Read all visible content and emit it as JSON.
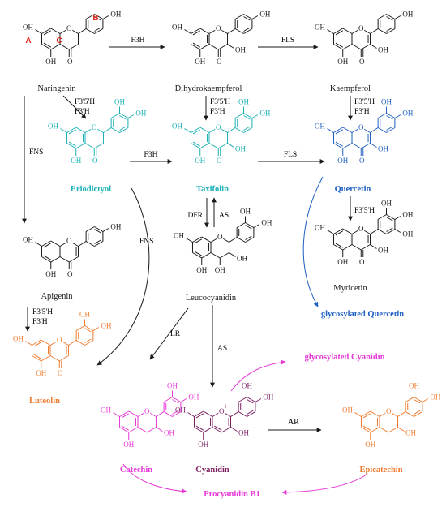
{
  "colors": {
    "black": "#1a1a1a",
    "teal": "#1ab0b5",
    "blue": "#1f5fc0",
    "orange": "#f07a2d",
    "magenta": "#e63ad6",
    "purple": "#7a1e60",
    "ring_letter": "#e1251b"
  },
  "ring_labels": {
    "A": "A",
    "C": "C",
    "B": "B"
  },
  "atoms": {
    "hydroxyl": "OH",
    "oxygen": "O",
    "cation": "+"
  },
  "compounds": [
    {
      "id": "naringenin",
      "label": "Naringenin",
      "color": "#1a1a1a",
      "bold": false,
      "core": "flavanone",
      "b_oh": "p"
    },
    {
      "id": "dihydrokaempferol",
      "label": "Dihydrokaempferol",
      "color": "#1a1a1a",
      "bold": false,
      "core": "dihydroflavonol",
      "b_oh": "p"
    },
    {
      "id": "kaempferol",
      "label": "Kaempferol",
      "color": "#1a1a1a",
      "bold": false,
      "core": "flavonol",
      "b_oh": "p"
    },
    {
      "id": "eriodictyol",
      "label": "Eriodictyol",
      "color": "#1ab0b5",
      "bold": true,
      "core": "flavanone",
      "b_oh": "cat"
    },
    {
      "id": "taxifolin",
      "label": "Taxifolin",
      "color": "#1ab0b5",
      "bold": true,
      "core": "dihydroflavonol",
      "b_oh": "cat"
    },
    {
      "id": "quercetin",
      "label": "Quercetin",
      "color": "#1f5fc0",
      "bold": true,
      "core": "flavonol",
      "b_oh": "cat"
    },
    {
      "id": "apigenin",
      "label": "Apigenin",
      "color": "#1a1a1a",
      "bold": false,
      "core": "flavone",
      "b_oh": "p"
    },
    {
      "id": "leucocyanidin",
      "label": "Leucocyanidin",
      "color": "#1a1a1a",
      "bold": false,
      "core": "leuco",
      "b_oh": "cat"
    },
    {
      "id": "myricetin",
      "label": "Myricetin",
      "color": "#1a1a1a",
      "bold": false,
      "core": "flavonol",
      "b_oh": "pyr"
    },
    {
      "id": "luteolin",
      "label": "Luteolin",
      "color": "#f07a2d",
      "bold": true,
      "core": "flavone",
      "b_oh": "cat"
    },
    {
      "id": "catechin",
      "label": "Catechin",
      "color": "#e63ad6",
      "bold": true,
      "core": "flavanol",
      "b_oh": "cat"
    },
    {
      "id": "cyanidin",
      "label": "Cyanidin",
      "color": "#7a1e60",
      "bold": true,
      "core": "anthocyanidin",
      "b_oh": "cat"
    },
    {
      "id": "epicatechin",
      "label": "Epicatechin",
      "color": "#f07a2d",
      "bold": true,
      "core": "flavanol",
      "b_oh": "cat"
    }
  ],
  "products": {
    "glycosylated_quercetin": {
      "label": "glycosylated Quercetin",
      "color": "#1f5fc0"
    },
    "glycosylated_cyanidin": {
      "label": "glycosylated Cyanidin",
      "color": "#e63ad6"
    },
    "procyanidin_b1": {
      "label": "Procyanidin B1",
      "color": "#e63ad6"
    }
  },
  "enzymes": {
    "f3h": "F3H",
    "fls": "FLS",
    "f3p5ph": "F3'5'H",
    "f3ph": "F3'H",
    "fns": "FNS",
    "dfr": "DFR",
    "as": "AS",
    "lr": "LR",
    "ar": "AR"
  }
}
